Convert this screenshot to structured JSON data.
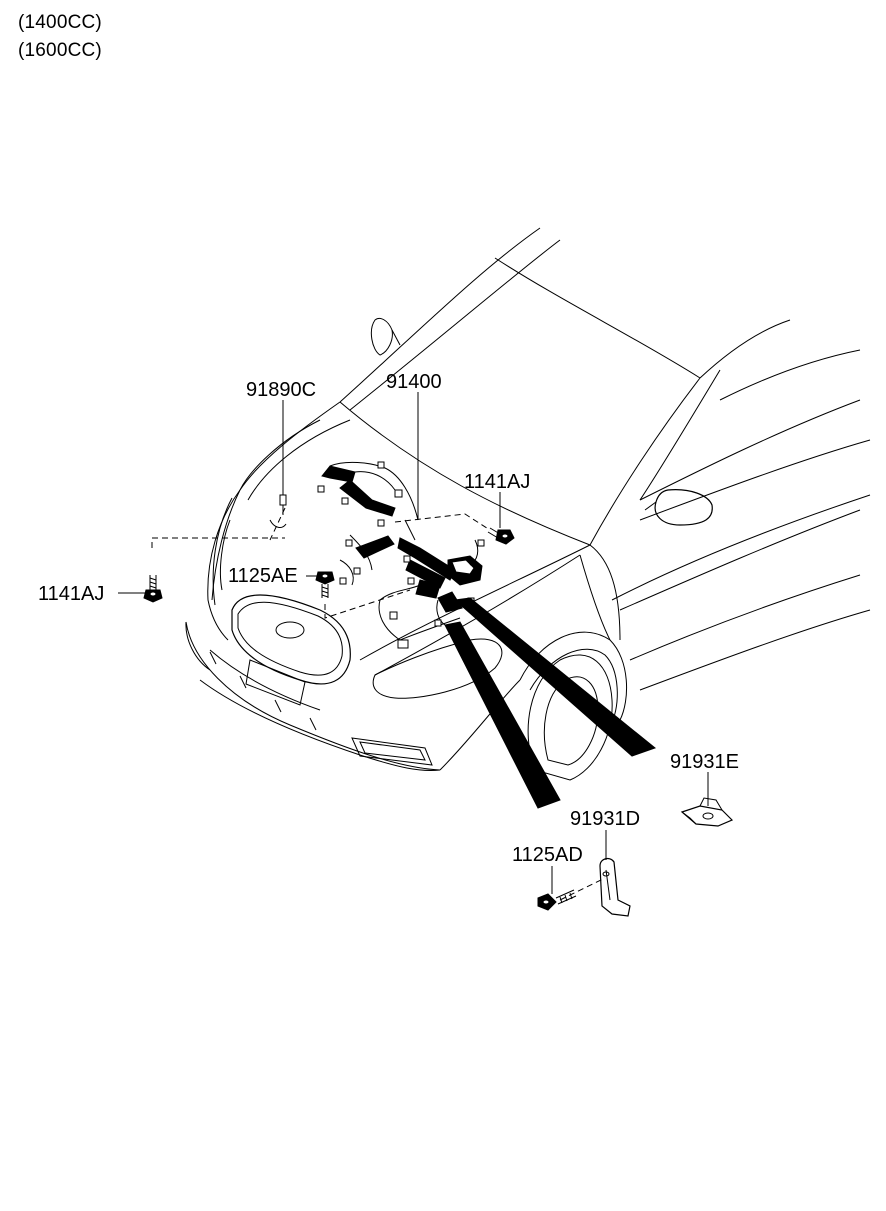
{
  "header": {
    "line1": "(1400CC)",
    "line2": "(1600CC)"
  },
  "callouts": {
    "c_91890c": "91890C",
    "c_91400": "91400",
    "c_1141aj_right": "1141AJ",
    "c_1141aj_left": "1141AJ",
    "c_1125ae": "1125AE",
    "c_91931e": "91931E",
    "c_91931d": "91931D",
    "c_1125ad": "1125AD"
  },
  "colors": {
    "line": "#000000",
    "background": "#ffffff"
  }
}
